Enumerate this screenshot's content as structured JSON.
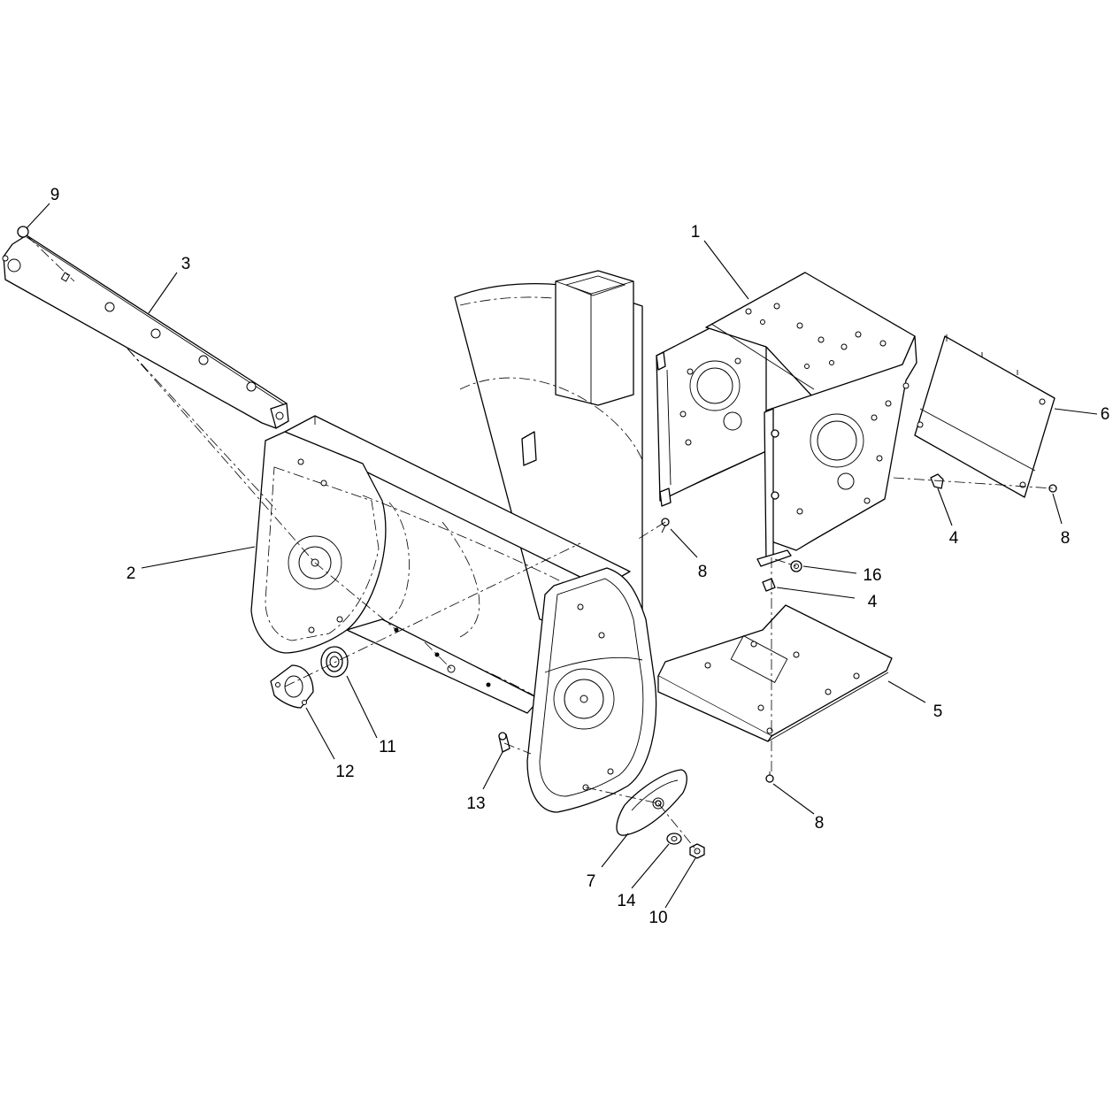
{
  "callouts": [
    {
      "id": "1",
      "label": "1"
    },
    {
      "id": "2",
      "label": "2"
    },
    {
      "id": "3",
      "label": "3"
    },
    {
      "id": "4a",
      "label": "4"
    },
    {
      "id": "4b",
      "label": "4"
    },
    {
      "id": "5",
      "label": "5"
    },
    {
      "id": "6",
      "label": "6"
    },
    {
      "id": "7",
      "label": "7"
    },
    {
      "id": "8a",
      "label": "8"
    },
    {
      "id": "8b",
      "label": "8"
    },
    {
      "id": "8c",
      "label": "8"
    },
    {
      "id": "9",
      "label": "9"
    },
    {
      "id": "10",
      "label": "10"
    },
    {
      "id": "11",
      "label": "11"
    },
    {
      "id": "12",
      "label": "12"
    },
    {
      "id": "13",
      "label": "13"
    },
    {
      "id": "14",
      "label": "14"
    },
    {
      "id": "16",
      "label": "16"
    }
  ],
  "colors": {
    "line": "#000000",
    "background": "#ffffff"
  }
}
